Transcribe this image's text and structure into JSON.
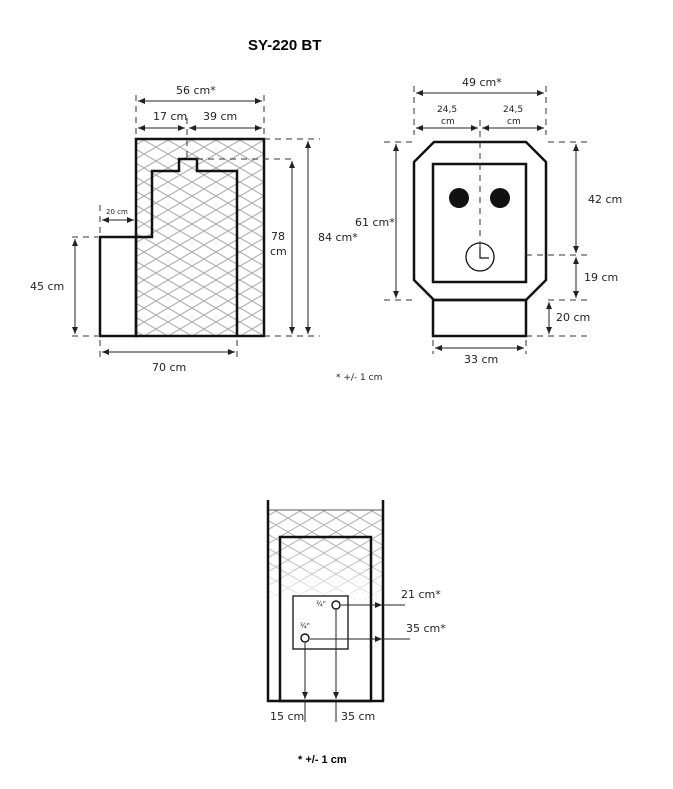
{
  "title": "SY-220 BT",
  "side_view": {
    "width_total": "56 cm*",
    "width_left": "17 cm",
    "width_right": "39 cm",
    "step_width": "20 cm",
    "step_height": "45 cm",
    "base_length": "70 cm",
    "inner_height_value": "78",
    "inner_height_unit": "cm",
    "total_height": "84 cm*"
  },
  "front_view": {
    "width_total": "49 cm*",
    "half_left_value": "24,5",
    "half_left_unit": "cm",
    "half_right_value": "24,5",
    "half_right_unit": "cm",
    "body_height": "61 cm*",
    "upper_height": "42 cm",
    "lower_height": "19 cm",
    "base_height": "20 cm",
    "base_width": "33 cm"
  },
  "tolerance_note_top": "* +/- 1 cm",
  "rear_view": {
    "pipe_size_upper": "¾\"",
    "pipe_size_lower": "¾\"",
    "upper_pipe_height": "21 cm*",
    "lower_pipe_height": "35 cm*",
    "left_offset": "15 cm",
    "right_offset": "35 cm"
  },
  "tolerance_note_bottom": "* +/- 1 cm"
}
